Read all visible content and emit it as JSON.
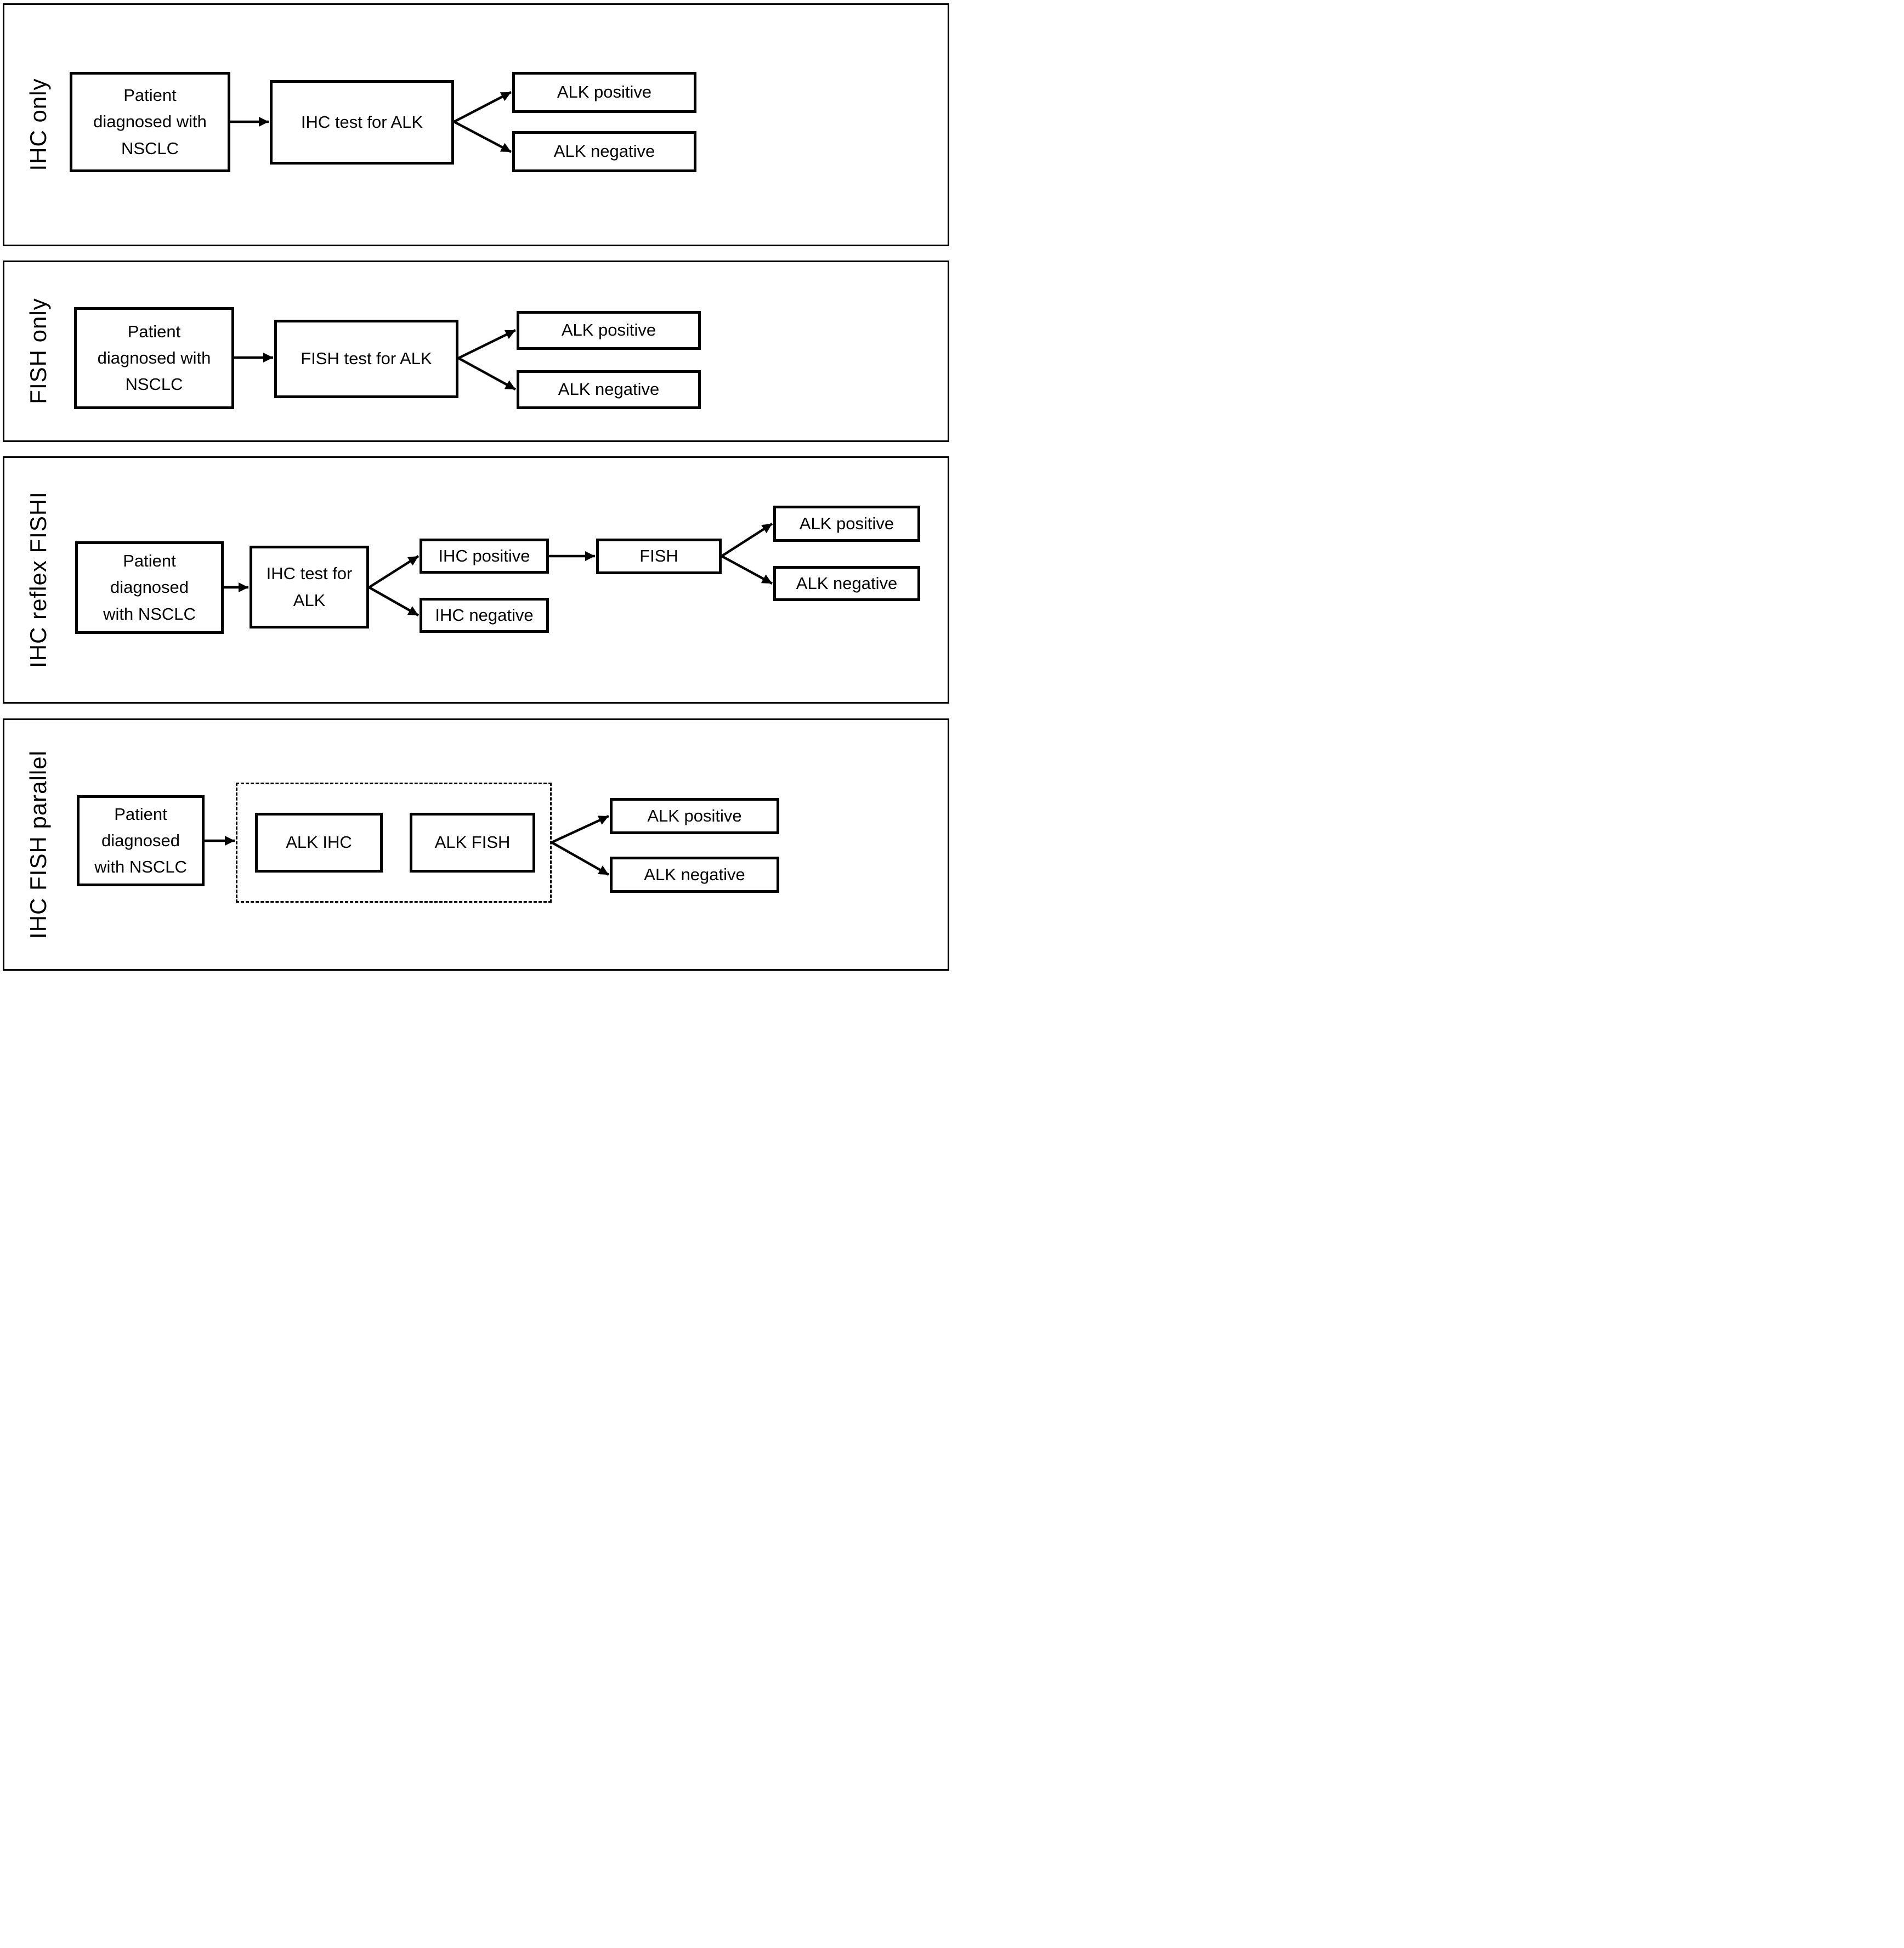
{
  "figure": {
    "background_color": "#ffffff",
    "stroke_color": "#000000",
    "panels": [
      {
        "id": "ihc-only",
        "label": "IHC only",
        "nodes": {
          "patient": "Patient diagnosed with NSCLC",
          "test": "IHC test for ALK",
          "alk_positive": "ALK positive",
          "alk_negative": "ALK negative"
        }
      },
      {
        "id": "fish-only",
        "label": "FISH only",
        "nodes": {
          "patient": "Patient diagnosed with NSCLC",
          "test": "FISH test for ALK",
          "alk_positive": "ALK positive",
          "alk_negative": "ALK negative"
        }
      },
      {
        "id": "ihc-reflex-fish",
        "label": "IHC reflex FISHI",
        "nodes": {
          "patient": "Patient diagnosed with NSCLC",
          "test": "IHC test for ALK",
          "ihc_positive": "IHC positive",
          "ihc_negative": "IHC negative",
          "fish": "FISH",
          "alk_positive": "ALK positive",
          "alk_negative": "ALK negative"
        }
      },
      {
        "id": "ihc-fish-parallel",
        "label": "IHC FISH parallel",
        "nodes": {
          "patient": "Patient diagnosed with NSCLC",
          "alk_ihc": "ALK IHC",
          "alk_fish": "ALK FISH",
          "alk_positive": "ALK positive",
          "alk_negative": "ALK negative"
        }
      }
    ]
  }
}
